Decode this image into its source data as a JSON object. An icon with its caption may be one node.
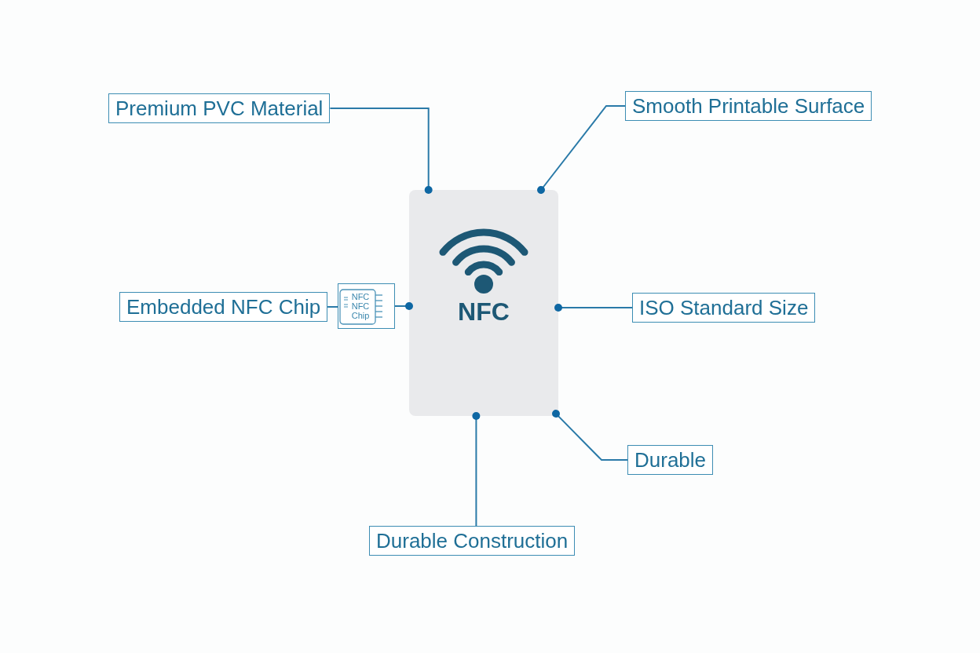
{
  "diagram": {
    "nodes": [
      {
        "text": [
          "Premium PVC Material"
        ]
      },
      {
        "text": [
          "Smooth Printable Surface"
        ]
      },
      {
        "text": [
          "NFC"
        ]
      },
      {
        "text": [
          "Embedded NFC Chip"
        ]
      },
      {
        "text": [
          "NFC NFC Chip"
        ]
      },
      {
        "text": [
          "ISO Standard Size"
        ]
      },
      {
        "text": [
          "Durable"
        ]
      },
      {
        "text": [
          "Durable Construction"
        ]
      }
    ],
    "edges": [
      {
        "from": 0,
        "to": 2,
        "arrow": "other"
      },
      {
        "from": 1,
        "to": 2,
        "arrow": "other"
      },
      {
        "from": 3,
        "to": 4,
        "arrow": "none"
      },
      {
        "from": 4,
        "to": 2,
        "arrow": "other"
      },
      {
        "from": 5,
        "to": 2,
        "arrow": "other"
      },
      {
        "from": 6,
        "to": 2,
        "arrow": "other"
      },
      {
        "from": 7,
        "to": 2,
        "arrow": "other"
      }
    ]
  }
}
